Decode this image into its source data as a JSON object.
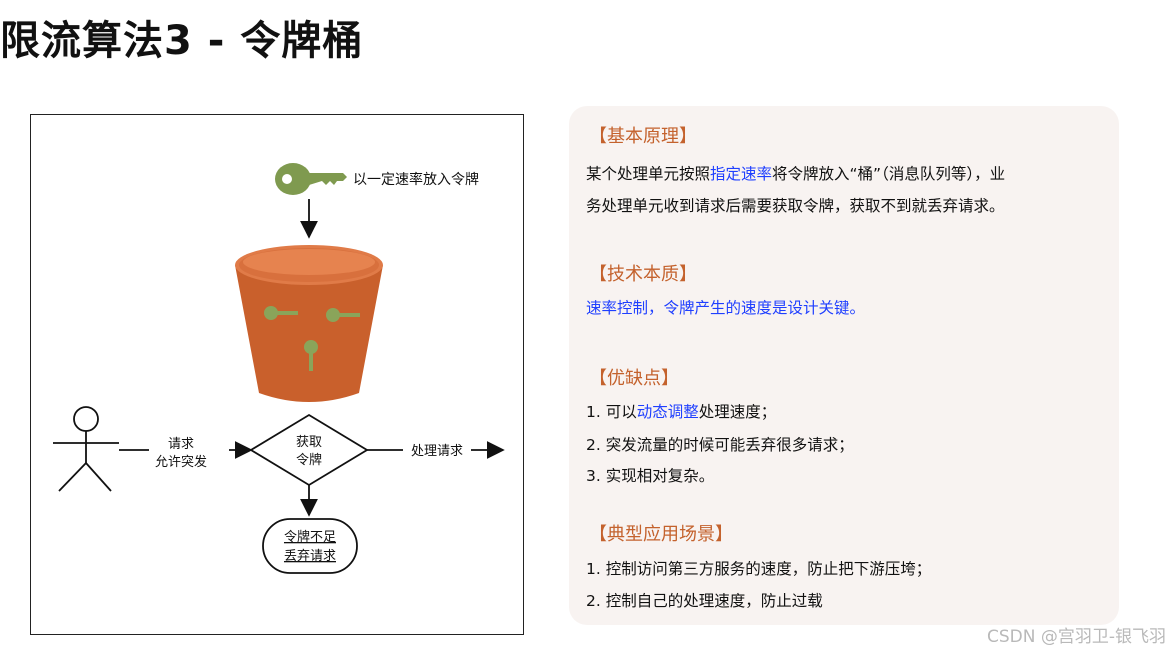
{
  "title": "限流算法3 - 令牌桶",
  "diagram": {
    "key_label": "以一定速率放入令牌",
    "request_label_1": "请求",
    "request_label_2": "允许突发",
    "decision_1": "获取",
    "decision_2": "令牌",
    "process_label": "处理请求",
    "reject_1": "令牌不足",
    "reject_2": "丢弃请求",
    "colors": {
      "bucket": "#c9602c",
      "bucket_rim": "#e07b48",
      "key": "#7f9a4f"
    }
  },
  "panel": {
    "principle": {
      "title": "【基本原理】",
      "line1_pre": "某个处理单元按照",
      "line1_hl": "指定速率",
      "line1_post": "将令牌放入“桶”（消息队列等），业",
      "line2": "务处理单元收到请求后需要获取令牌，获取不到就丢弃请求。"
    },
    "essence": {
      "title": "【技术本质】",
      "text": "速率控制，令牌产生的速度是设计关键。"
    },
    "pros_cons": {
      "title": "【优缺点】",
      "item1_pre": "1.  可以",
      "item1_hl": "动态调整",
      "item1_post": "处理速度；",
      "item2": "2.  突发流量的时候可能丢弃很多请求；",
      "item3": "3.  实现相对复杂。"
    },
    "scenarios": {
      "title": "【典型应用场景】",
      "item1": "1.  控制访问第三方服务的速度，防止把下游压垮；",
      "item2": "2.  控制自己的处理速度，防止过载"
    }
  },
  "watermark": "CSDN @宫羽卫-银飞羽"
}
